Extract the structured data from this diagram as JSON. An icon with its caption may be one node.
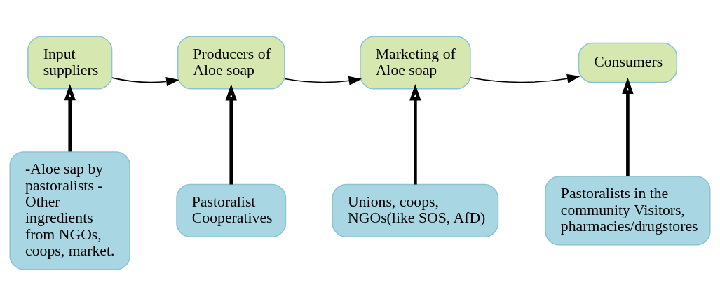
{
  "diagram": {
    "nodes": [
      {
        "text": [
          "Input suppliers"
        ]
      },
      {
        "text": [
          "Producers of Aloe soap"
        ]
      },
      {
        "text": [
          "Marketing of Aloe soap"
        ]
      },
      {
        "text": [
          "Consumers"
        ]
      },
      {
        "text": [
          "-Aloe sap by pastoralists - Other ingredients from NGOs, coops, market."
        ]
      },
      {
        "text": [
          "Pastoralist Cooperatives"
        ]
      },
      {
        "text": [
          "Unions, coops, NGOs(like SOS, AfD)"
        ]
      },
      {
        "text": [
          "Pastoralists in the community Visitors, pharmacies/drugstores"
        ]
      }
    ],
    "edges": [
      {
        "from": 0,
        "to": 1,
        "arrow": "to"
      },
      {
        "from": 1,
        "to": 2,
        "arrow": "to"
      },
      {
        "from": 2,
        "to": 3,
        "arrow": "to"
      },
      {
        "from": 4,
        "to": 0,
        "arrow": "to"
      },
      {
        "from": 5,
        "to": 1,
        "arrow": "to"
      },
      {
        "from": 6,
        "to": 2,
        "arrow": "to"
      },
      {
        "from": 7,
        "to": 3,
        "arrow": "to"
      }
    ]
  }
}
